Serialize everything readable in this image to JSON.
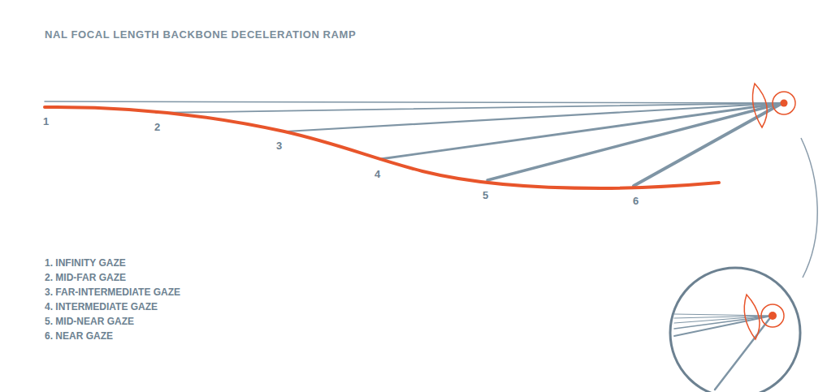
{
  "diagram": {
    "title": "NAL FOCAL LENGTH BACKBONE DECELERATION RAMP",
    "labels": [
      "1",
      "2",
      "3",
      "4",
      "5",
      "6",
      "1. INFINITY GAZE",
      "2. MID-FAR GAZE",
      "3. FAR-INTERMEDIATE GAZE",
      "4. INTERMEDIATE GAZE",
      "5. MID-NEAR GAZE",
      "6. NEAR GAZE"
    ]
  }
}
